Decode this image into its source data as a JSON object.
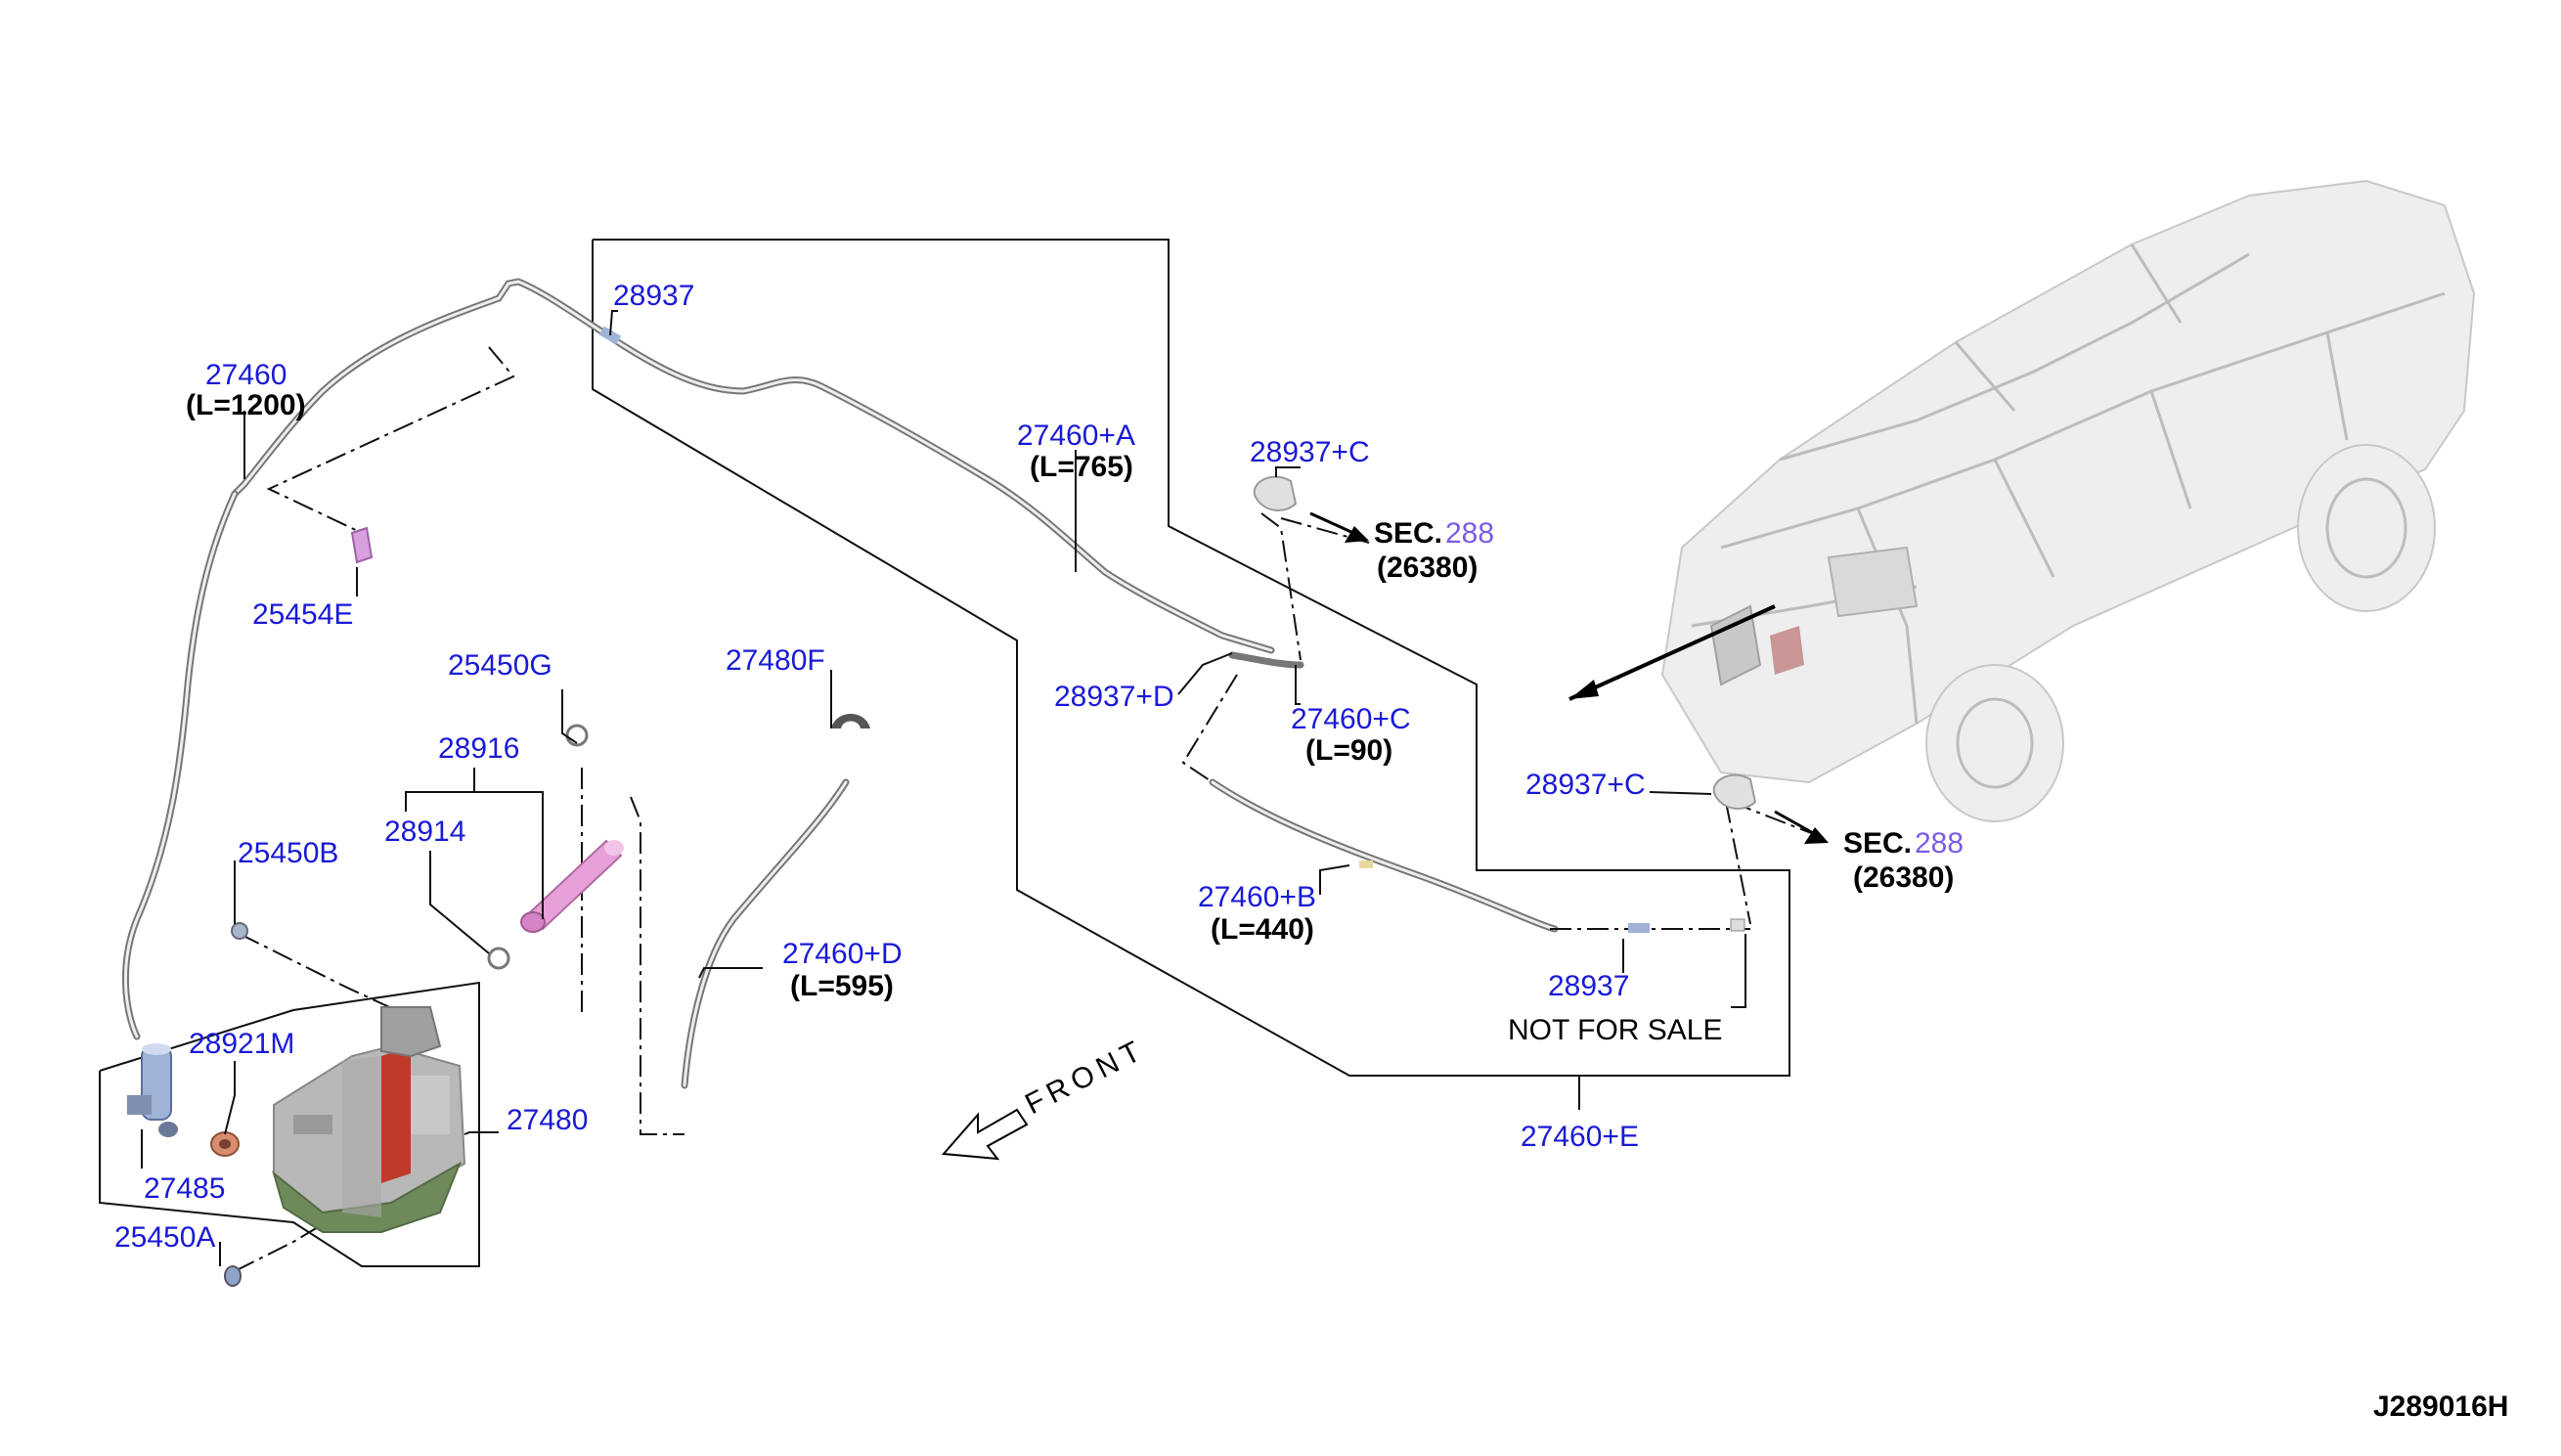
{
  "diagram_code": "J289016H",
  "front_label": "FRONT",
  "parts": {
    "p27460": {
      "number": "27460",
      "length": "(L=1200)"
    },
    "p28937_top": {
      "number": "28937"
    },
    "p27460A": {
      "number": "27460+A",
      "length": "(L=765)"
    },
    "p28937C_top": {
      "number": "28937+C"
    },
    "sec_top": {
      "prefix": "SEC.",
      "section": "288",
      "ref": "(26380)"
    },
    "p25454E": {
      "number": "25454E"
    },
    "p25450G": {
      "number": "25450G"
    },
    "p27480F": {
      "number": "27480F"
    },
    "p28937D": {
      "number": "28937+D"
    },
    "p27460C": {
      "number": "27460+C",
      "length": "(L=90)"
    },
    "p28916": {
      "number": "28916"
    },
    "p28914": {
      "number": "28914"
    },
    "p28937C_right": {
      "number": "28937+C"
    },
    "sec_right": {
      "prefix": "SEC.",
      "section": "288",
      "ref": "(26380)"
    },
    "p25450B": {
      "number": "25450B"
    },
    "p27460B": {
      "number": "27460+B",
      "length": "(L=440)"
    },
    "p27460D": {
      "number": "27460+D",
      "length": "(L=595)"
    },
    "p28937_bottom": {
      "number": "28937"
    },
    "not_for_sale": "NOT FOR SALE",
    "p28921M": {
      "number": "28921M"
    },
    "p27480": {
      "number": "27480"
    },
    "p27485": {
      "number": "27485"
    },
    "p27460E": {
      "number": "27460+E"
    },
    "p25450A": {
      "number": "25450A"
    }
  },
  "colors": {
    "part_number": "#1a1ad6",
    "section_number": "#7b5ce6",
    "tank_body": "#b8b8b8",
    "tank_bottom": "#6e8a5a",
    "tank_accent": "#c0392b",
    "filler_pipe": "#e8a0d8"
  },
  "icons": [
    "front-arrow-icon",
    "vehicle-illustration",
    "washer-tank-icon",
    "washer-pump-icon",
    "washer-nozzle-icon",
    "hose-connector-icon",
    "clip-icon",
    "filler-pipe-icon",
    "section-arrow-icon"
  ]
}
